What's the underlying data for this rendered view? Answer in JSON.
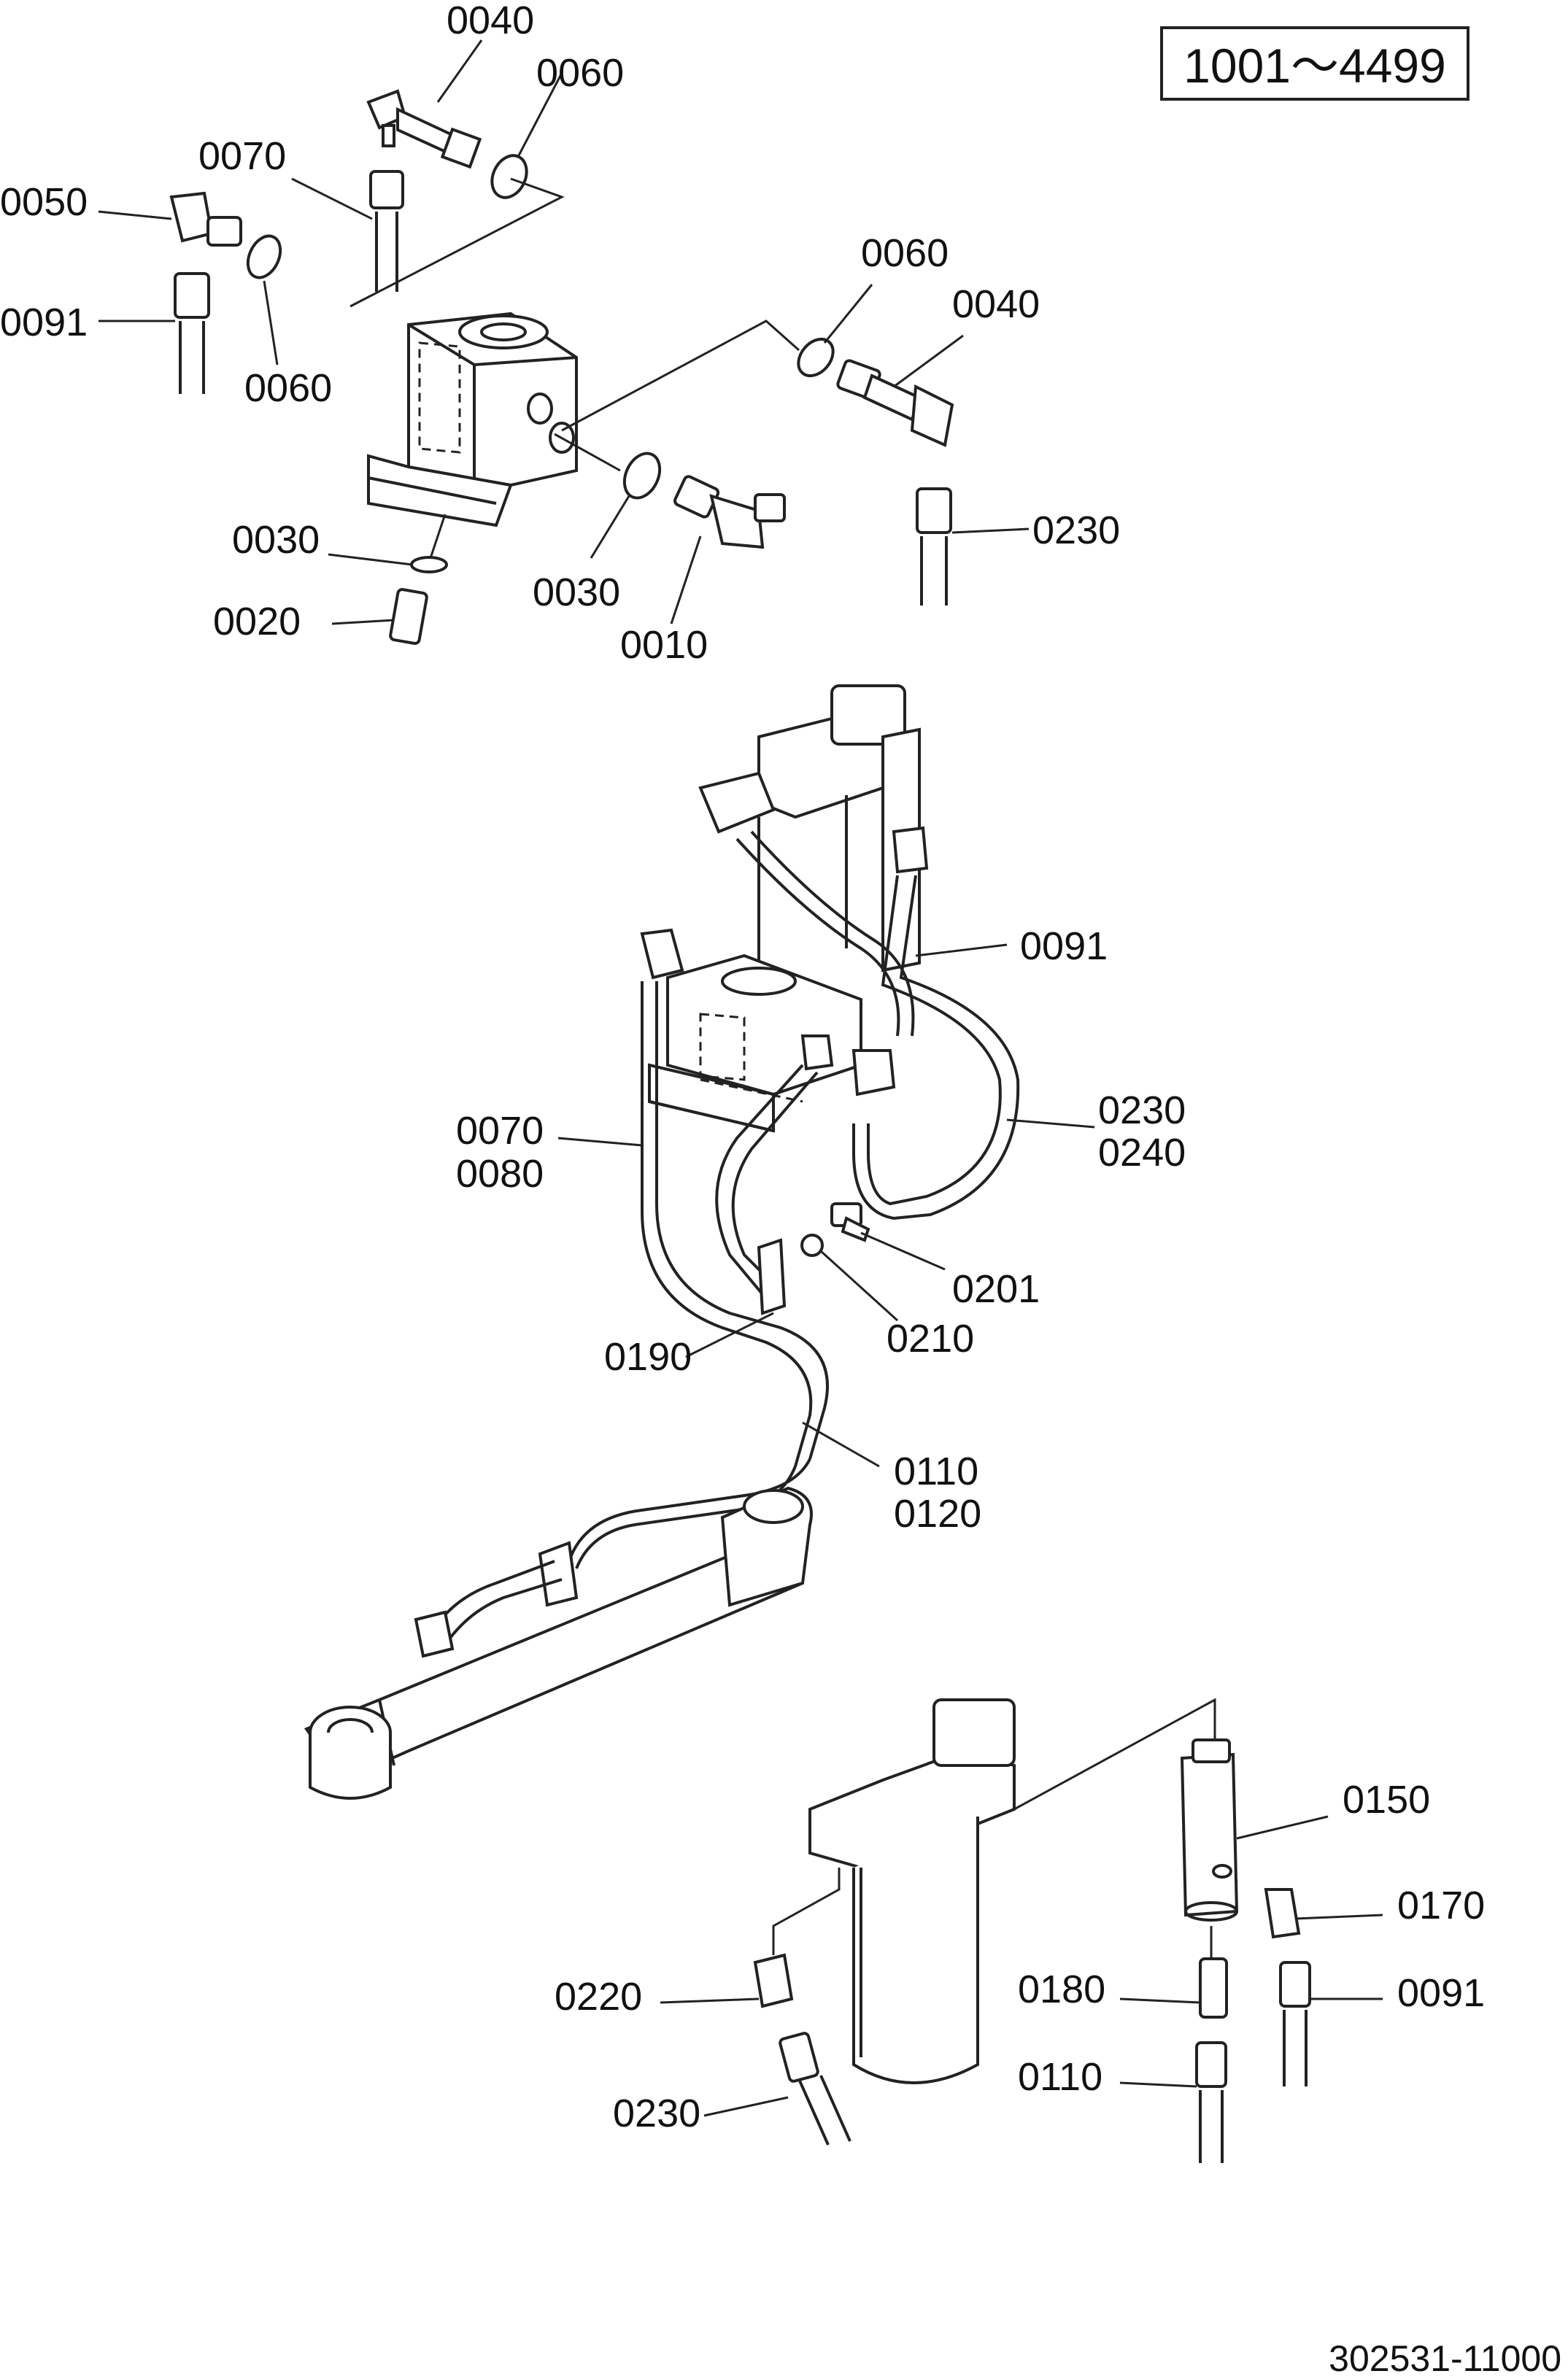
{
  "serial_range": "1001～4499",
  "document_number": "302531-11000",
  "callouts": {
    "c0040_top": "0040",
    "c0060_top": "0060",
    "c0070_top": "0070",
    "c0050": "0050",
    "c0091_top": "0091",
    "c0060_left": "0060",
    "c0060_right": "0060",
    "c0040_right": "0040",
    "c0230_top": "0230",
    "c0030_left": "0030",
    "c0030_mid": "0030",
    "c0020": "0020",
    "c0010": "0010",
    "c0091_mid": "0091",
    "c0070_mid": "0070",
    "c0080_mid": "0080",
    "c0230_mid": "0230",
    "c0240_mid": "0240",
    "c0201": "0201",
    "c0210": "0210",
    "c0190": "0190",
    "c0110_mid": "0110",
    "c0120_mid": "0120",
    "c0150": "0150",
    "c0170": "0170",
    "c0220": "0220",
    "c0180": "0180",
    "c0091_bot": "0091",
    "c0110_bot": "0110",
    "c0230_bot": "0230"
  }
}
